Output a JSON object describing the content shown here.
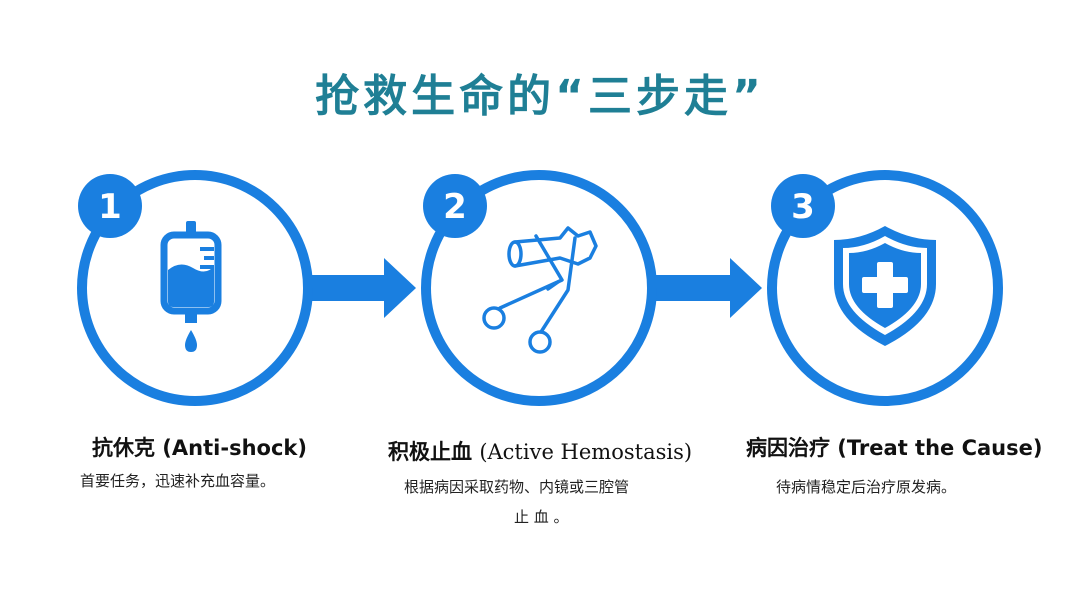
{
  "page_title": "抢救生命的“三步走”",
  "accent_color": "#1a7fe0",
  "title_color": "#1f7f95",
  "steps": [
    {
      "number": "1",
      "icon": "iv-drip-bag-icon",
      "title": "抗休克 (Anti-shock)",
      "desc_line1": "首要任务，迅速补充血容量。",
      "desc_line2": ""
    },
    {
      "number": "2",
      "icon": "hemostat-forceps-vessel-icon",
      "title_cn": "积极止血",
      "title_en": "(Active Hemostasis)",
      "desc_line1": "根据病因采取药物、内镜或三腔管",
      "desc_line2": "止 血 。"
    },
    {
      "number": "3",
      "icon": "medical-shield-cross-icon",
      "title": "病因治疗 (Treat the Cause)",
      "desc_line1": "待病情稳定后治疗原发病。",
      "desc_line2": ""
    }
  ]
}
